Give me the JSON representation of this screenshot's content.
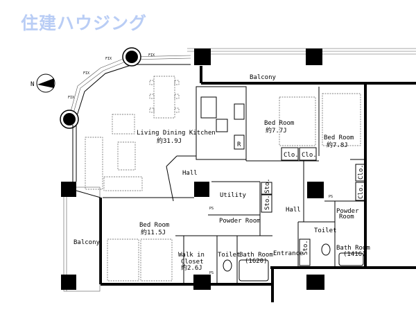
{
  "logo": "住建ハウジング",
  "compass": {
    "label": "N"
  },
  "rooms": {
    "balcony_top": "Balcony",
    "balcony_left": "Balcony",
    "ldk": {
      "name": "Living Dining Kitchen",
      "size": "約31.9J"
    },
    "bed1": {
      "name": "Bed Room",
      "size": "約7.7J"
    },
    "bed2": {
      "name": "Bed Room",
      "size": "約7.8J"
    },
    "bed3": {
      "name": "Bed Room",
      "size": "約11.5J"
    },
    "hall_left": "Hall",
    "hall_right": "Hall",
    "utility": "Utility",
    "powder_left": "Powder Room",
    "powder_right": [
      "Powder",
      "Room"
    ],
    "walkin": [
      "Walk in",
      "Closet",
      "約2.6J"
    ],
    "toilet_left": "Toilet",
    "toilet_right": "Toilet",
    "bath_left": [
      "Bath Room",
      "(1620)"
    ],
    "bath_right": [
      "Bath Room",
      "(1416)"
    ],
    "entrance": "Entrance"
  },
  "labels": {
    "clo": "Clo.",
    "sto": "Sto.",
    "ps": "PS",
    "fix": "FIX",
    "fridge": "R"
  }
}
